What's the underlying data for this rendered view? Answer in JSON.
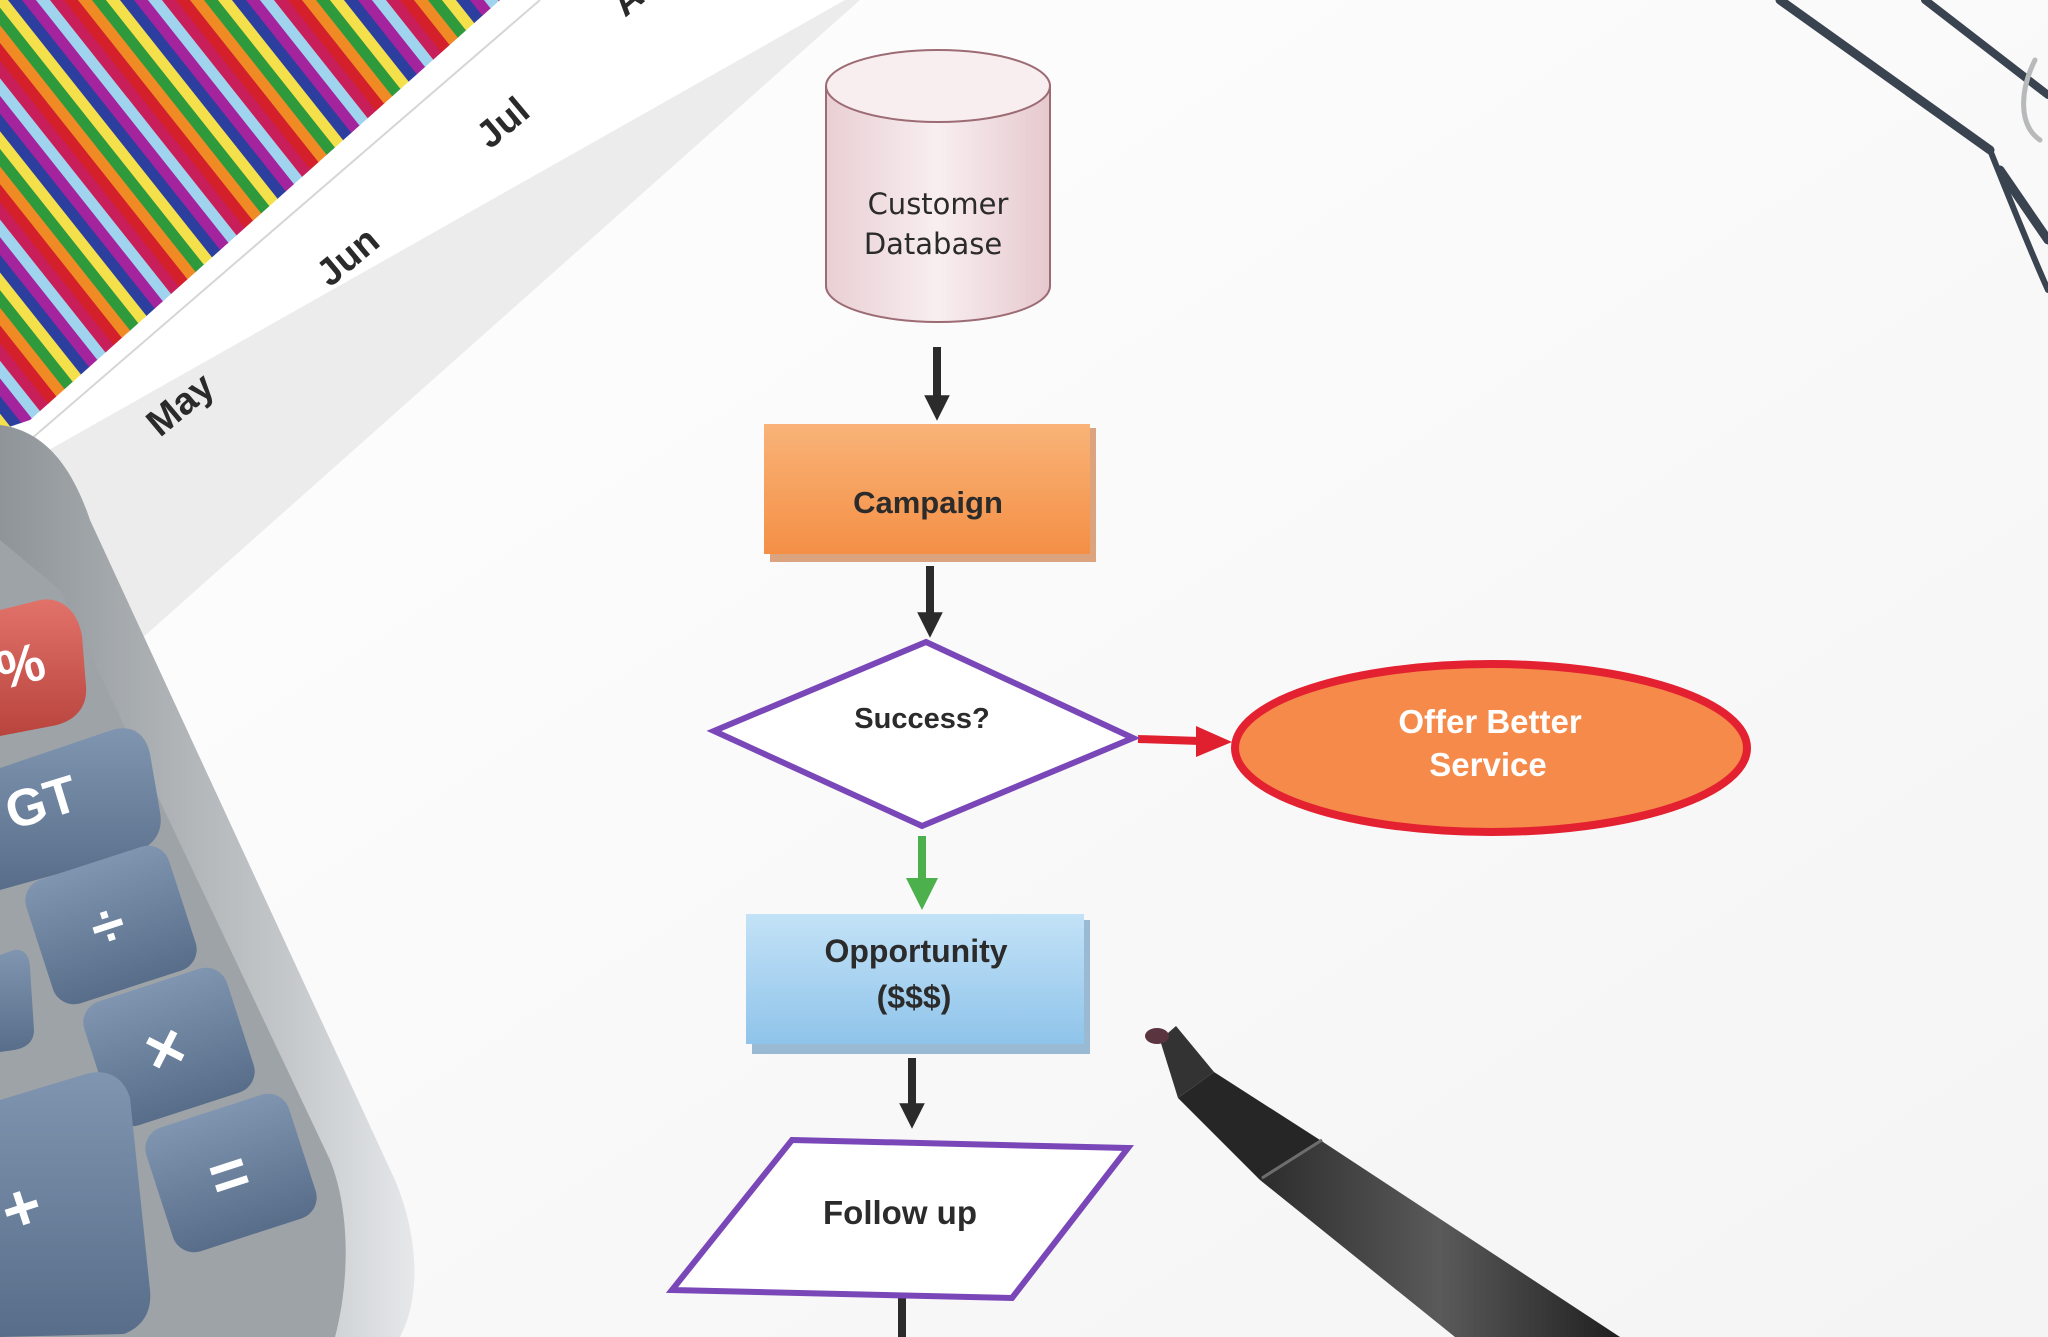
{
  "background_chart": {
    "months": [
      "May",
      "Jun",
      "Jul",
      "A"
    ],
    "bar_colors": [
      "#d4202a",
      "#f08a24",
      "#2e9a3c",
      "#f4e04a",
      "#2c3f9e",
      "#a3249c",
      "#9fd3ee",
      "#c81e5a"
    ]
  },
  "flowchart": {
    "database": {
      "line1": "Customer",
      "line2": "Database"
    },
    "campaign": "Campaign",
    "decision": "Success?",
    "offer": {
      "line1": "Offer Better",
      "line2": "Service"
    },
    "opportunity": {
      "line1": "Opportunity",
      "line2": "($$$)"
    },
    "follow_up": "Follow up"
  },
  "calculator": {
    "keys": [
      "%",
      "GT",
      "÷",
      "×",
      "+",
      "="
    ]
  },
  "colors": {
    "database_fill": "#f2dfe1",
    "campaign_fill": "#f7a461",
    "opportunity_fill": "#a9d3ef",
    "offer_fill": "#f58a4a",
    "offer_border": "#e42131",
    "decision_border": "#7a47b8",
    "yes_arrow": "#4cb04c",
    "no_arrow": "#e0202f"
  }
}
